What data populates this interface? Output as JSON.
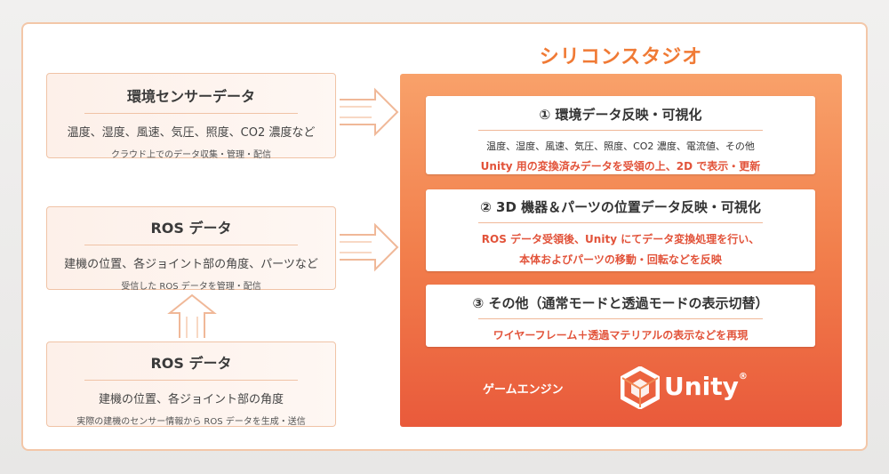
{
  "left": {
    "env_sensor": {
      "title": "環境センサーデータ",
      "desc": "温度、湿度、風速、気圧、照度、CO2 濃度など",
      "note": "クラウド上でのデータ収集・管理・配信"
    },
    "ros_middle": {
      "title": "ROS データ",
      "desc": "建機の位置、各ジョイント部の角度、パーツなど",
      "note": "受信した ROS データを管理・配信"
    },
    "ros_bottom": {
      "title": "ROS データ",
      "desc": "建機の位置、各ジョイント部の角度",
      "note": "実際の建機のセンサー情報から ROS データを生成・送信"
    }
  },
  "right": {
    "title": "シリコンスタジオ",
    "card1": {
      "title": "① 環境データ反映・可視化",
      "text": "温度、湿度、風速、気圧、照度、CO2 濃度、電流値、その他",
      "red": "Unity 用の変換済みデータを受領の上、2D で表示・更新"
    },
    "card2": {
      "title": "② 3D 機器＆パーツの位置データ反映・可視化",
      "red1": "ROS データ受領後、Unity にてデータ変換処理を行い、",
      "red2": "本体およびパーツの移動・回転などを反映"
    },
    "card3": {
      "title": "③ その他（通常モードと透過モードの表示切替）",
      "red": "ワイヤーフレーム＋透過マテリアルの表示などを再現"
    },
    "engine_label": "ゲームエンジン",
    "unity_wordmark": "Unity",
    "unity_reg": "®"
  },
  "colors": {
    "accent": "#f07a35",
    "red_text": "#e2533a",
    "box_border": "#f0c3a6"
  },
  "icons": [
    "arrow-right-icon",
    "arrow-up-icon",
    "unity-logo-icon"
  ]
}
